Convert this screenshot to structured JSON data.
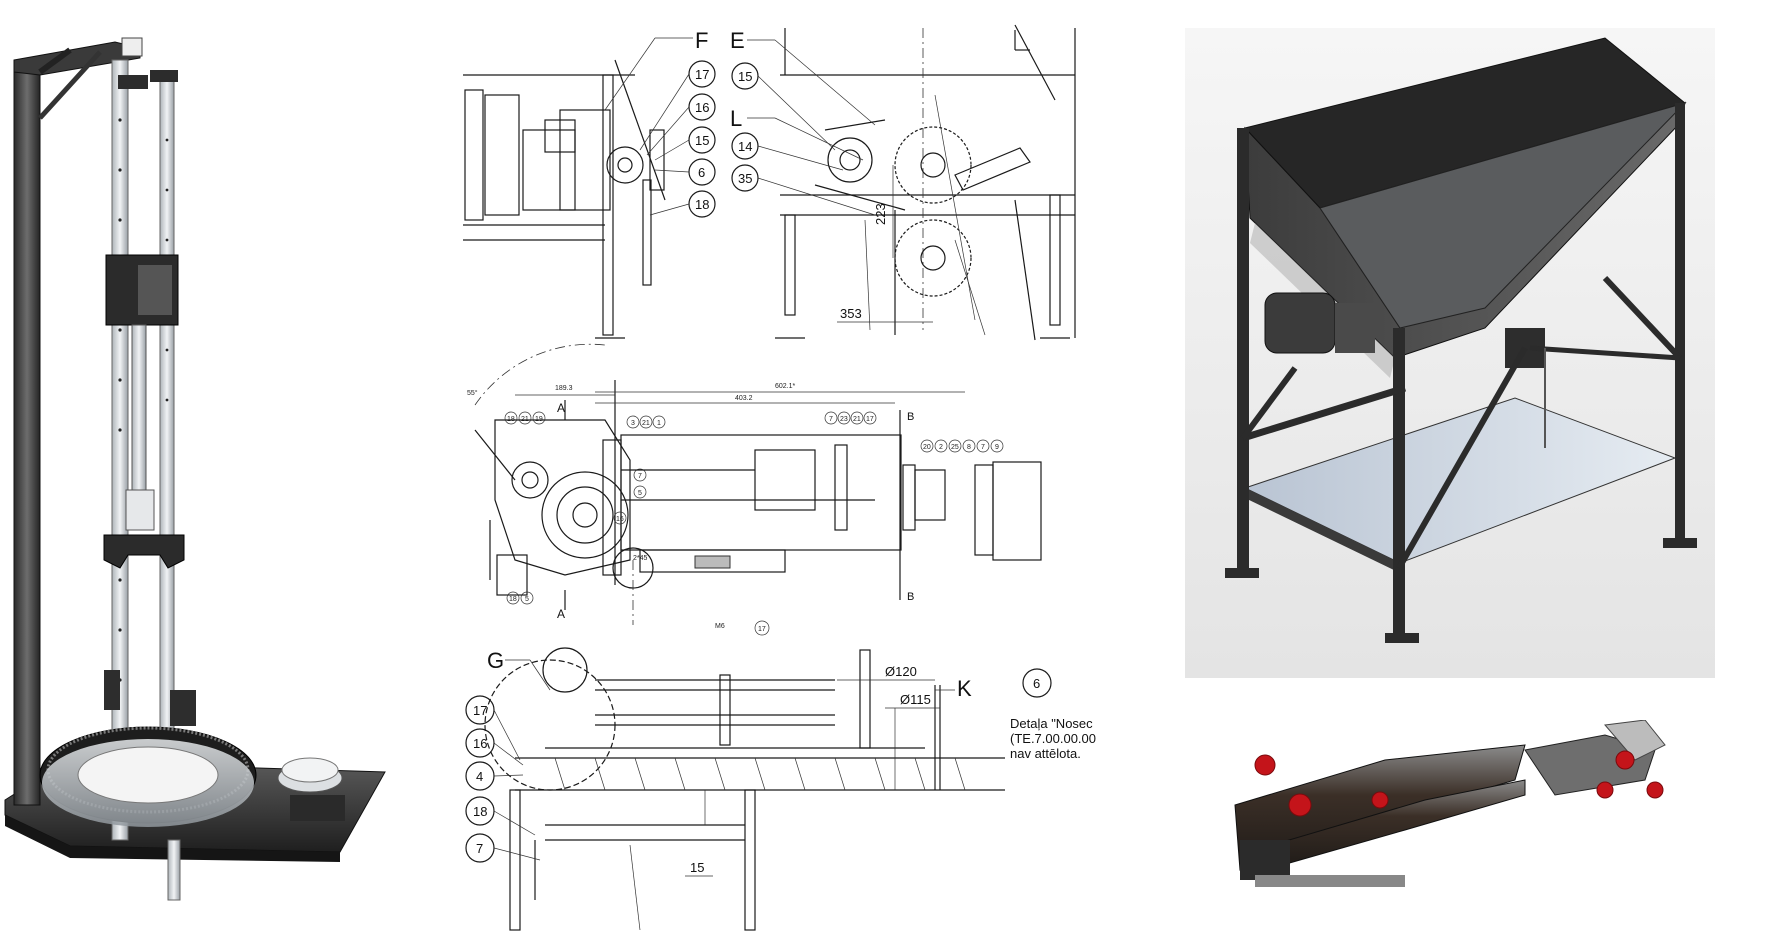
{
  "panels": {
    "left_render": {
      "icon": "rotary-column-fixture-render"
    },
    "right_top_render": {
      "icon": "hopper-frame-render"
    },
    "right_bottom_render": {
      "icon": "folding-arm-render"
    }
  },
  "drawing_top": {
    "letters": {
      "F": "F",
      "E": "E",
      "L": "L"
    },
    "balloons_left": [
      "17",
      "16",
      "15",
      "6",
      "18"
    ],
    "balloons_right": [
      "15",
      "14",
      "35"
    ],
    "dim_vertical": "223",
    "dim_horizontal": "353"
  },
  "drawing_mid": {
    "section": "A",
    "section_b": "B",
    "dim_a": "189.3",
    "dim_overall": "602.1*",
    "dim_inner": "403.2",
    "angle": "55°",
    "balloons_left": [
      "18",
      "21",
      "19"
    ],
    "balloons_left_bottom": [
      "18",
      "5"
    ],
    "side_label_1": "7",
    "side_label_2": "5",
    "dim_small": "2*45",
    "balloons_center": [
      "3",
      "21",
      "1"
    ],
    "balloons_center_right": [
      "7",
      "23",
      "21",
      "17"
    ],
    "balloons_right": [
      "20",
      "2",
      "25",
      "8",
      "7",
      "9"
    ],
    "bottom_label": "M6",
    "bottom_balloon": "17",
    "left_small": "16"
  },
  "drawing_bottom": {
    "letters": {
      "G": "G",
      "K": "K"
    },
    "balloons_left": [
      "17",
      "16",
      "4",
      "18",
      "7"
    ],
    "balloon_right": "6",
    "dia_120": "Ø120",
    "dia_115": "Ø115",
    "dim_15": "15",
    "note_line1": "Detaļa \"Nosec",
    "note_line2": "(TE.7.00.00.00",
    "note_line3": "nav attēlota."
  },
  "colors": {
    "line": "#1a1a1a",
    "steel_dark": "#2b2b2b",
    "steel_light": "#c8cdd2",
    "red_knob": "#c4141a"
  }
}
